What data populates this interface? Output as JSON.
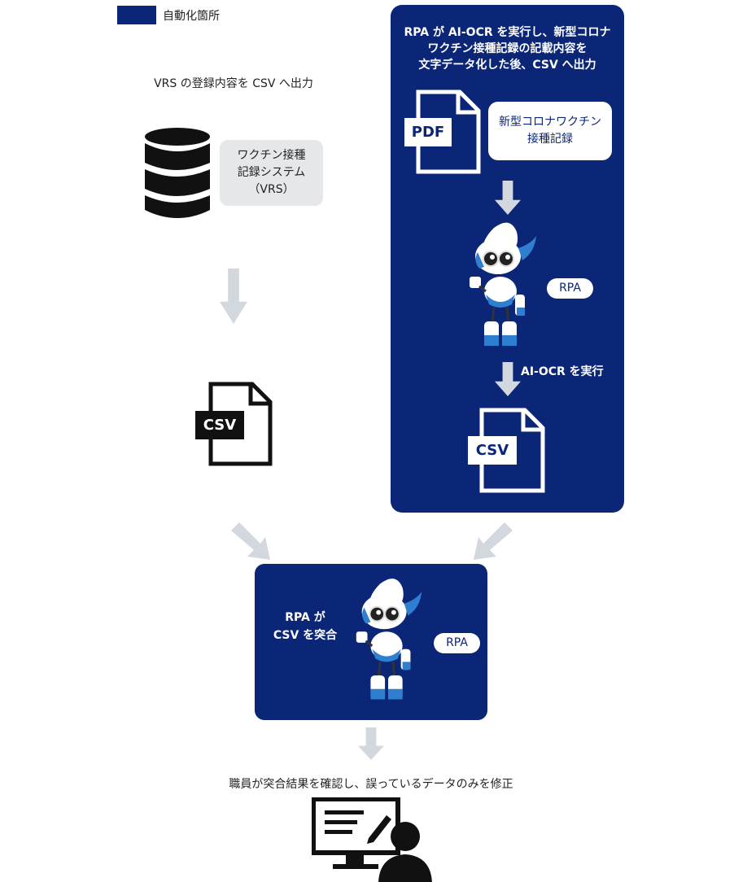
{
  "legend": {
    "label": "自動化箇所",
    "color": "#0b2577"
  },
  "left": {
    "title": "VRS の登録内容を CSV へ出力",
    "system_box": [
      "ワクチン接種",
      "記録システム",
      "（VRS）"
    ],
    "csv_label": "CSV"
  },
  "right": {
    "title": [
      "RPA が AI-OCR を実行し、新型コロナ",
      "ワクチン接種記録の記載内容を",
      "文字データ化した後、CSV へ出力"
    ],
    "pdf_label": "PDF",
    "doc_box": [
      "新型コロナワクチン",
      "接種記録"
    ],
    "rpa_label": "RPA",
    "ocr_step": "AI-OCR を実行",
    "csv_label": "CSV"
  },
  "bottom": {
    "title": [
      "RPA が",
      "CSV を突合"
    ],
    "rpa_label": "RPA"
  },
  "final": {
    "text": "職員が突合結果を確認し、誤っているデータのみを修正"
  }
}
